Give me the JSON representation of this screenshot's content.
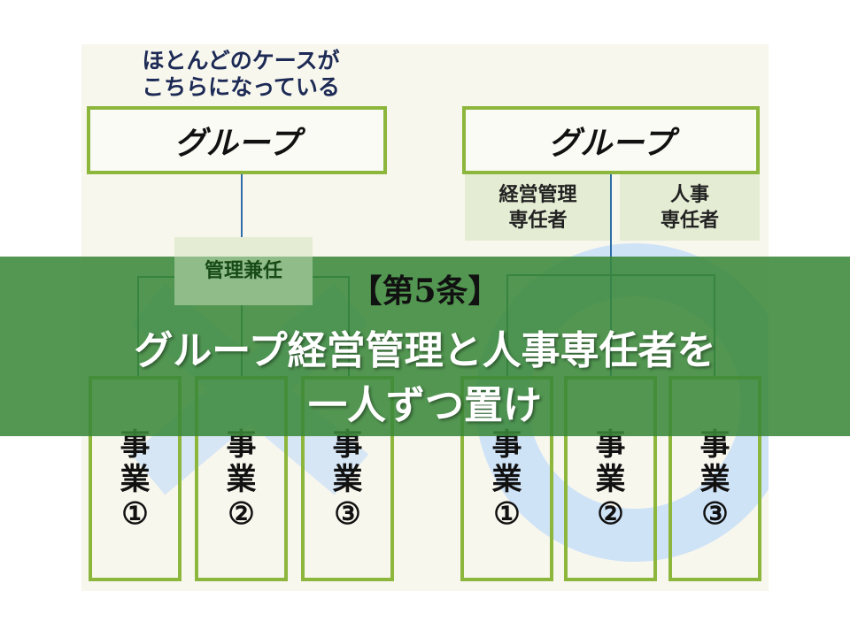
{
  "left_diagram": {
    "caption_line1": "ほとんどのケースが",
    "caption_line2": "こちらになっている",
    "group_label": "グループ",
    "concurrent_label": "管理兼任",
    "businesses": [
      {
        "line1": "事",
        "line2": "業",
        "num": "①"
      },
      {
        "line1": "事",
        "line2": "業",
        "num": "②"
      },
      {
        "line1": "事",
        "line2": "業",
        "num": "③"
      }
    ]
  },
  "right_diagram": {
    "group_label": "グループ",
    "mgmt_line1": "経営管理",
    "mgmt_line2": "専任者",
    "hr_line1": "人事",
    "hr_line2": "専任者",
    "businesses": [
      {
        "line1": "事",
        "line2": "業",
        "num": "①"
      },
      {
        "line1": "事",
        "line2": "業",
        "num": "②"
      },
      {
        "line1": "事",
        "line2": "業",
        "num": "③"
      }
    ]
  },
  "banner": {
    "article": "【第5条】",
    "title_line1": "グループ経営管理と人事専任者を",
    "title_line2": "一人ずつ置け"
  },
  "colors": {
    "band": "#3a873a",
    "box_border": "#8db63c",
    "line": "#2f6fa8"
  }
}
